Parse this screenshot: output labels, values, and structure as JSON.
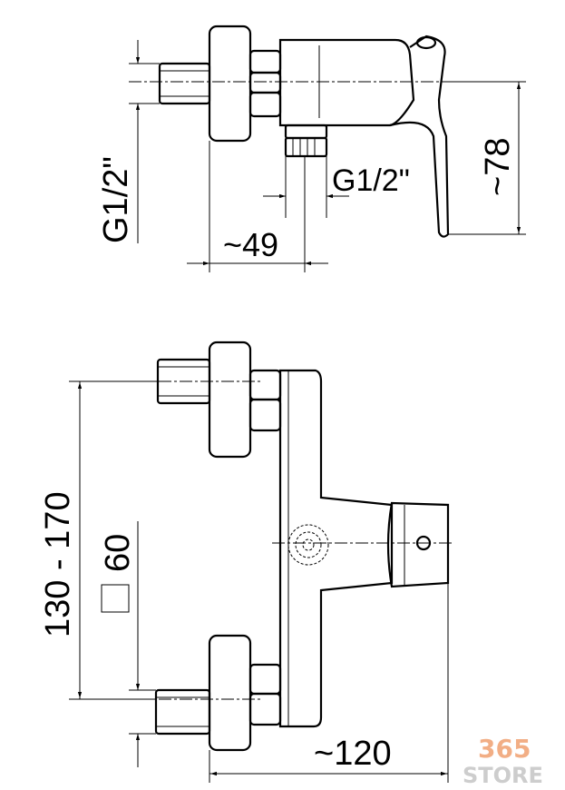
{
  "drawing": {
    "top_view": {
      "dim_thread_left": "G1/2\"",
      "dim_thread_outlet": "G1/2\"",
      "dim_depth": "~49",
      "dim_height": "~78"
    },
    "front_view": {
      "dim_center_distance": "130 - 170",
      "dim_square": "60",
      "dim_width": "~120"
    }
  },
  "watermark": {
    "number": "365",
    "label": "STORE",
    "number_color": "#f0a070",
    "label_color": "#c8c8c8"
  }
}
